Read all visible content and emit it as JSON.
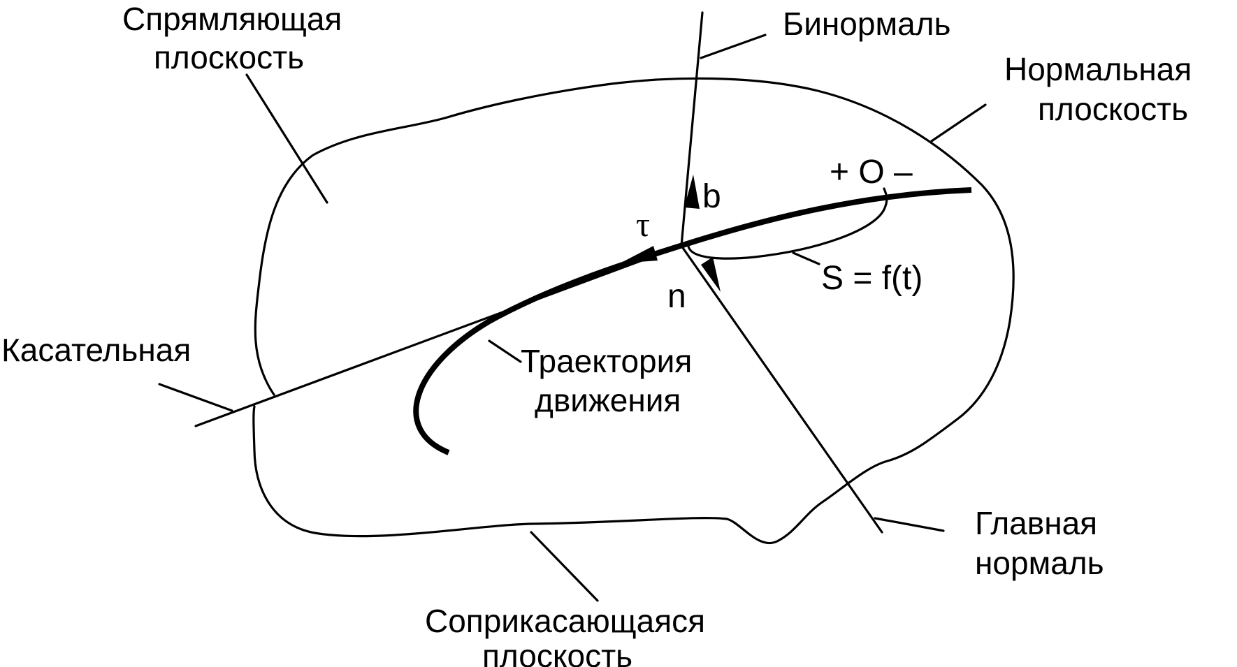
{
  "labels": {
    "rectifying_plane": [
      "Спрямляющая",
      "плоскость"
    ],
    "binormal": "Бинормаль",
    "normal_plane": [
      "Нормальная",
      "плоскость"
    ],
    "tangent": "Касательная",
    "trajectory": [
      "Траектория",
      "движения"
    ],
    "principal_normal": [
      "Главная",
      "нормаль"
    ],
    "osculating_plane": [
      "Соприкасающаяся",
      "плоскость"
    ]
  },
  "symbols": {
    "b": "b",
    "tau": "τ",
    "n": "n",
    "origin": "+ O –",
    "arc_law": "S = f(t)"
  },
  "colors": {
    "ink": "#000000",
    "background": "#ffffff"
  }
}
